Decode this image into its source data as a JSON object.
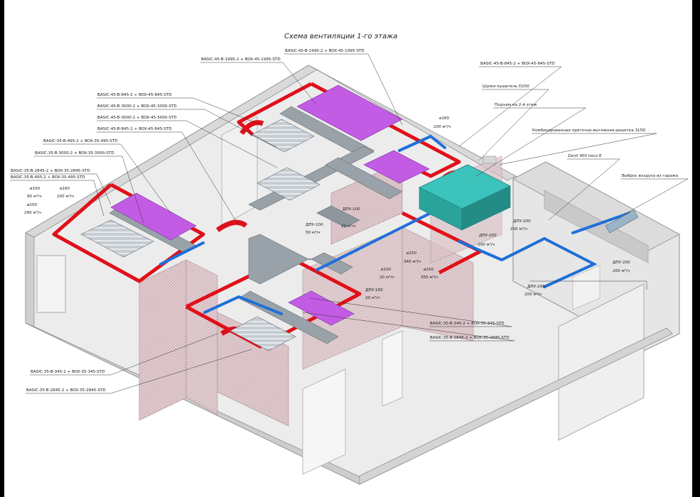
{
  "title": "Схема вентиляции 1-го этажа",
  "colors": {
    "supply": "#e0101a",
    "return": "#1f6fd8",
    "grille": "#b040d8",
    "duct": "#8d959c",
    "teal": "#2fb7b0"
  },
  "labels": {
    "l1": "BASIC-45-B-1995-2 + BOX-45-1995-STD",
    "l2": "BASIC-45-B-1995-2 + BOX-45-1995-STD",
    "l3": "BASIC-45-B-845-2 + BOX-45-845-STD",
    "l4": "BASIC-45-B-3000-2 + BOX-45-3000-STD",
    "l5": "BASIC-45-B-3000-2 + BOX-45-3000-STD",
    "l6": "BASIC-45-B-845-2 + BOX-45-845-STD",
    "l7": "BASIC-35-B-495-2 + BOX-35-495-STD",
    "l8": "BASIC-35-B-3000-2 + BOX-35-3000-STD",
    "l9": "BASIC-35-B-2845-2 + BOX-35-2845-STD",
    "l10": "BASIC-35-B-495-2 + BOX-35-495-STD",
    "l11": "BASIC-45-B-845-2 + BOX-45-845-STD",
    "l12": "Шумоглушитель D200",
    "l13": "Подъем на 2-й этаж",
    "l14": "Комбинированная приточно-вытяжная решетка 315D",
    "l15": "Zenit 900 heco E",
    "l16": "Выброс воздуха из гаража",
    "l17": "BASIC-35-B-345-2 + BOX-35-345-STD",
    "l18": "BASIC-35-B-2845-2 + BOX-35-2845-STD",
    "l19": "BASIC-35-B-345-2 + BOX-35-345-STD",
    "l20": "BASIC-35-B-2845-2 + BOX-35-2845-STD"
  },
  "flows": {
    "f1a": "ø160",
    "f1b": "200 м³/ч",
    "f2a": "ø100",
    "f2b": "90 м³/ч",
    "f3a": "ø160",
    "f3b": "200 м³/ч",
    "f4a": "ø200",
    "f4b": "290 м³/ч",
    "f5a": "ДПУ-100",
    "f5b": "50 м³/ч",
    "f6a": "ДПУ-100",
    "f6b": "20 м³/ч",
    "f7a": "ДПУ-200",
    "f7b": "200 м³/ч",
    "f8a": "ДПУ-200",
    "f8b": "200 м³/ч",
    "f9a": "ДПУ-200",
    "f9b": "200 м³/ч",
    "f10a": "ДПУ-200",
    "f10b": "200 м³/ч",
    "f11a": "ø250",
    "f11b": "340 м³/ч",
    "f12a": "ø100",
    "f12b": "20 м³/ч",
    "f13a": "ø250",
    "f13b": "350 м³/ч",
    "f14a": "ДПУ-100",
    "f14b": "20 м³/ч"
  }
}
